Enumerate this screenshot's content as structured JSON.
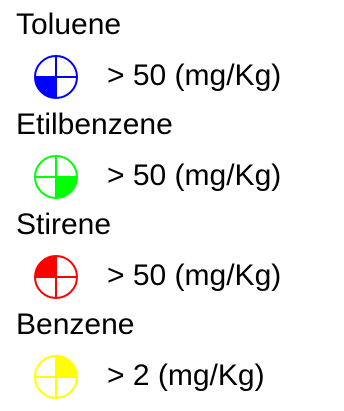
{
  "legend": {
    "items": [
      {
        "name": "Toluene",
        "threshold": "> 50 (mg/Kg)",
        "color": "#0000ff",
        "filled_quadrant": "bottom-left",
        "icon": "circle-quadrant-icon"
      },
      {
        "name": "Etilbenzene",
        "threshold": "> 50 (mg/Kg)",
        "color": "#00ff00",
        "filled_quadrant": "bottom-right",
        "icon": "circle-quadrant-icon"
      },
      {
        "name": "Stirene",
        "threshold": "> 50 (mg/Kg)",
        "color": "#ff0000",
        "filled_quadrant": "top-left",
        "icon": "circle-quadrant-icon"
      },
      {
        "name": "Benzene",
        "threshold": "> 2 (mg/Kg)",
        "color": "#ffff00",
        "filled_quadrant": "top-right",
        "icon": "circle-quadrant-icon"
      }
    ]
  }
}
